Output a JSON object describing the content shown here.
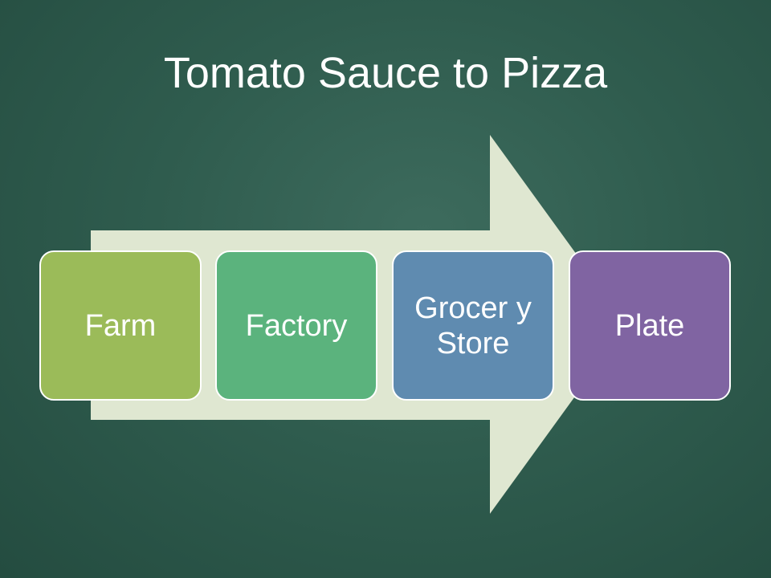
{
  "slide": {
    "title": "Tomato Sauce to Pizza"
  },
  "steps": [
    {
      "label": "Farm",
      "color": "#9bbb59"
    },
    {
      "label": "Factory",
      "color": "#5bb37d"
    },
    {
      "label": "Grocer y Store",
      "color": "#5f8bb0"
    },
    {
      "label": "Plate",
      "color": "#8064a2"
    }
  ],
  "arrow_color": "#dfe7d1"
}
